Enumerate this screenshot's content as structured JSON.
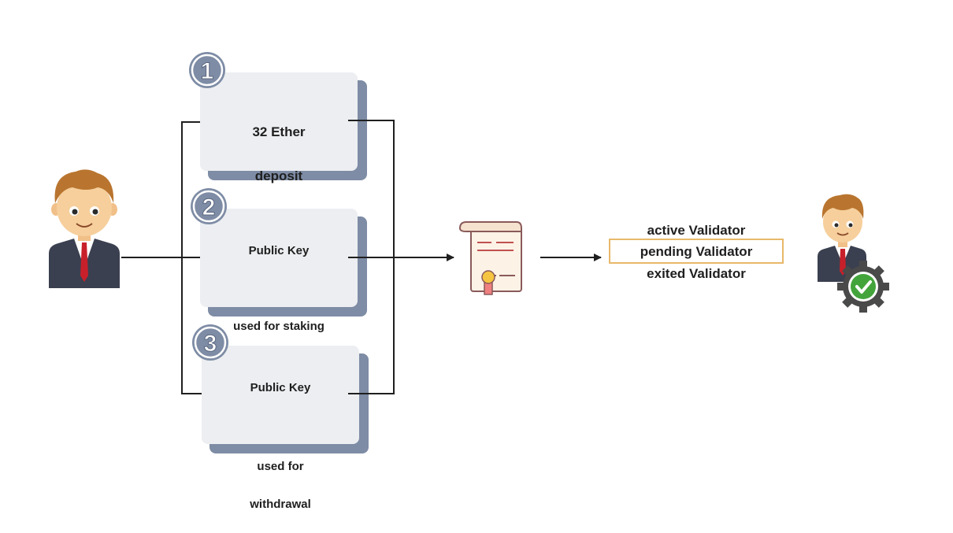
{
  "steps": [
    {
      "number": "1",
      "lines": [
        "32 Ether",
        "deposit"
      ]
    },
    {
      "number": "2",
      "lines": [
        "Public Key",
        "",
        "used for staking"
      ]
    },
    {
      "number": "3",
      "lines": [
        "Public Key",
        "",
        "used for",
        "withdrawal"
      ]
    }
  ],
  "statuses": [
    "active Validator",
    "pending Validator",
    "exited Validator"
  ],
  "highlighted_status_index": 1,
  "colors": {
    "box_fill": "#eceef1",
    "box_shadow": "#7e8ca5",
    "badge": "#7e8ca5",
    "arrow": "#1f1f1f",
    "highlight_border": "#e8b86a",
    "check_green": "#44a43c",
    "gear": "#4a4a4a"
  },
  "icons": {
    "user_left": "user-avatar-icon",
    "certificate": "certificate-scroll-icon",
    "user_right": "verified-validator-icon"
  }
}
